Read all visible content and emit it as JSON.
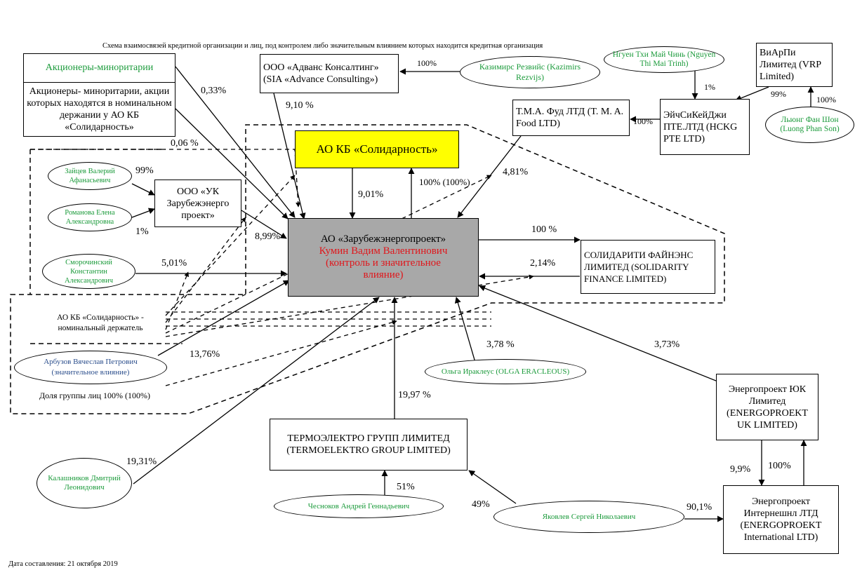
{
  "title": "Схема взаимосвязей кредитной организации и лиц, под контролем либо значительным влиянием которых находится кредитная организация",
  "date_label": "Дата составления: 21 октября 2019",
  "entities": {
    "minority_title": "Акционеры-миноритарии",
    "minority_nominal": "Акционеры- миноритарии, акции которых находятся в номинальном держании у АО КБ «Солидарность»",
    "advance": "ООО «Адванс Консалтинг» (SIA «Advance Consulting»)",
    "rezvijs": "Казимирс Резвийс (Kazimirs Rezvijs)",
    "nguyen": "Нгуен Тхи Май Чинь (Nguyen Thi Mai Trinh)",
    "vrp": "ВиАрПи Лимитед (VRP Limited)",
    "luong": "Льюнг Фан Шон (Luong Phan Son)",
    "hckg": "ЭйчСиКейДжи ПТЕ.ЛТД (HCKG PTE LTD)",
    "tma": "Т.М.А. Фуд ЛТД (T. M. A. Food LTD)",
    "bank": "АО КБ «Солидарность»",
    "zaitsev": "Зайцев Валерий Афанасьевич",
    "romanova": "Романова Елена Александровна",
    "uk": "ООО «УК Зарубежэнерго проект»",
    "smorochinsky": "Сморочинский Константин Александрович",
    "main_name": "АО «Зарубежэнергопроект»",
    "main_person": "Кумин Вадим Валентинович",
    "main_note": "(контроль и значительное влияние)",
    "nominal_holder": "АО КБ «Солидарность» - номинальный держатель",
    "arbuzov": "Арбузов Вячеслав Петрович (значительное влияние)",
    "group_share": "Доля группы лиц 100% (100%)",
    "solidarity_finance": "СОЛИДАРИТИ ФАЙНЭНС ЛИМИТЕД (SOLIDARITY FINANCE LIMITED)",
    "eracleous": "Ольга Ираклеус (OLGA ERACLEOUS)",
    "energo_uk": "Энергопроект ЮК Лимитед (ENERGOPROEKT UK LIMITED)",
    "termo": "ТЕРМОЭЛЕКТРО ГРУПП ЛИМИТЕД (TERMOELEKTRO GROUP LIMITED)",
    "kalashnikov": "Калашников Дмитрий Леонидович",
    "chesnokov": "Чесноков Андрей Геннадьевич",
    "yakovlev": "Яковлев Сергей Николаевич",
    "energo_int": "Энергопроект Интернешнл ЛТД (ENERGOPROEKT International LTD)"
  },
  "percents": {
    "minority": "0,33%",
    "minority_nominal": "0,06 %",
    "advance": "9,10 %",
    "rezvijs": "100%",
    "nguyen": "1%",
    "vrp": "99%",
    "luong": "100%",
    "hckg": "100%",
    "tma": "4,81%",
    "bank_to_main": "9,01%",
    "main_to_bank": "100% (100%)",
    "zaitsev": "99%",
    "romanova": "1%",
    "uk": "8,99%",
    "smorochinsky": "5,01%",
    "to_finance": "100 %",
    "from_finance": "2,14%",
    "arbuzov": "13,76%",
    "eracleous": "3,78 %",
    "energo_uk": "3,73%",
    "termo": "19,97 %",
    "kalashnikov": "19,31%",
    "chesnokov": "51%",
    "yakovlev_termo": "49%",
    "yakovlev_int": "90,1%",
    "int_to_uk": "100%",
    "uk_to_int": "9,9%"
  },
  "colors": {
    "green_text": "#1a9a3a",
    "red_text": "#e0161b",
    "blue_text": "#2b4e8c",
    "bank_fill": "#ffff00",
    "main_fill": "#a8a8a8"
  }
}
